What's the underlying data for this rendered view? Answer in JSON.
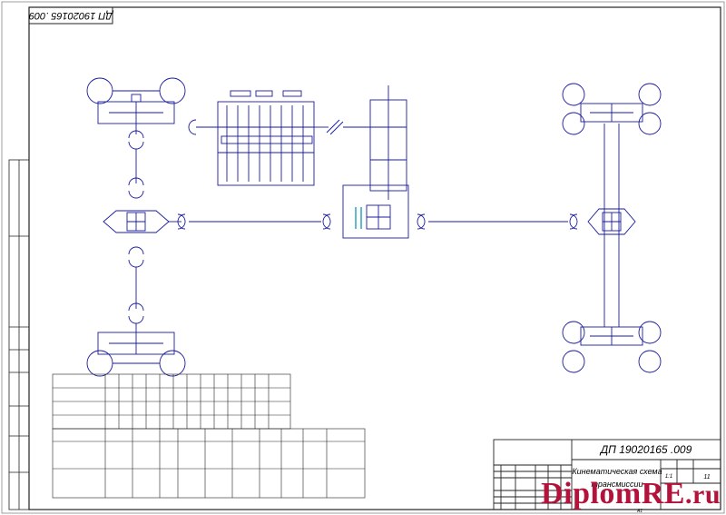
{
  "drawing": {
    "code": "ДП 19020165 .009",
    "title_line1": "Кинематическая схема",
    "title_line2": "трансмиссии",
    "sheet_scale_value": "1:1",
    "sheet_count": "11",
    "format_value": "А1"
  },
  "watermark": {
    "brand": "DiplomRE",
    "tld": ".ru"
  },
  "colors": {
    "line": "#1a1aa0",
    "frame": "#222222",
    "accent": "#18a0b8",
    "watermark": "#b3123a"
  }
}
